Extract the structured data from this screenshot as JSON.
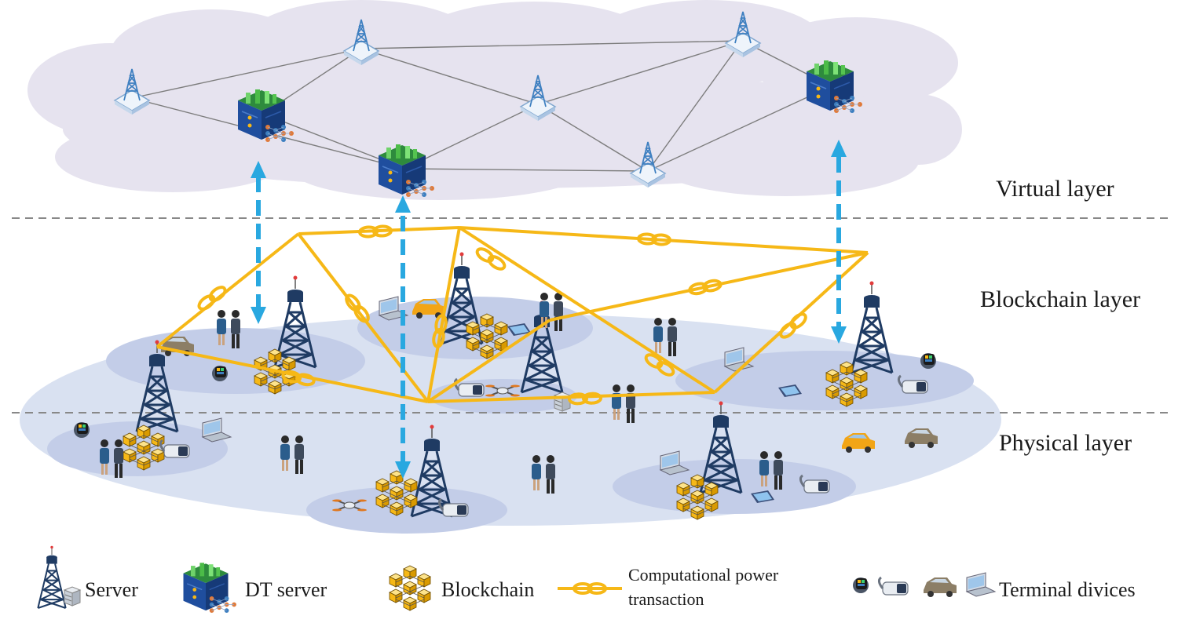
{
  "layers": {
    "virtual": "Virtual layer",
    "blockchain": "Blockchain layer",
    "physical": "Physical layer"
  },
  "legend": {
    "server": "Server",
    "dt_server": "DT server",
    "blockchain": "Blockchain",
    "transaction_line1": "Computational power",
    "transaction_line2": "transaction",
    "terminal": "Terminal divices"
  },
  "colors": {
    "cloud": "#e6e3ef",
    "ground": "#d9e1f1",
    "ground_patch": "#c3cde8",
    "chain": "#f6b817",
    "arrow": "#29a8e0",
    "tower": "#1f3b63",
    "dt_server": "#1f4e9e",
    "dashed_line": "#888888",
    "network_line": "#7d7d7d"
  }
}
